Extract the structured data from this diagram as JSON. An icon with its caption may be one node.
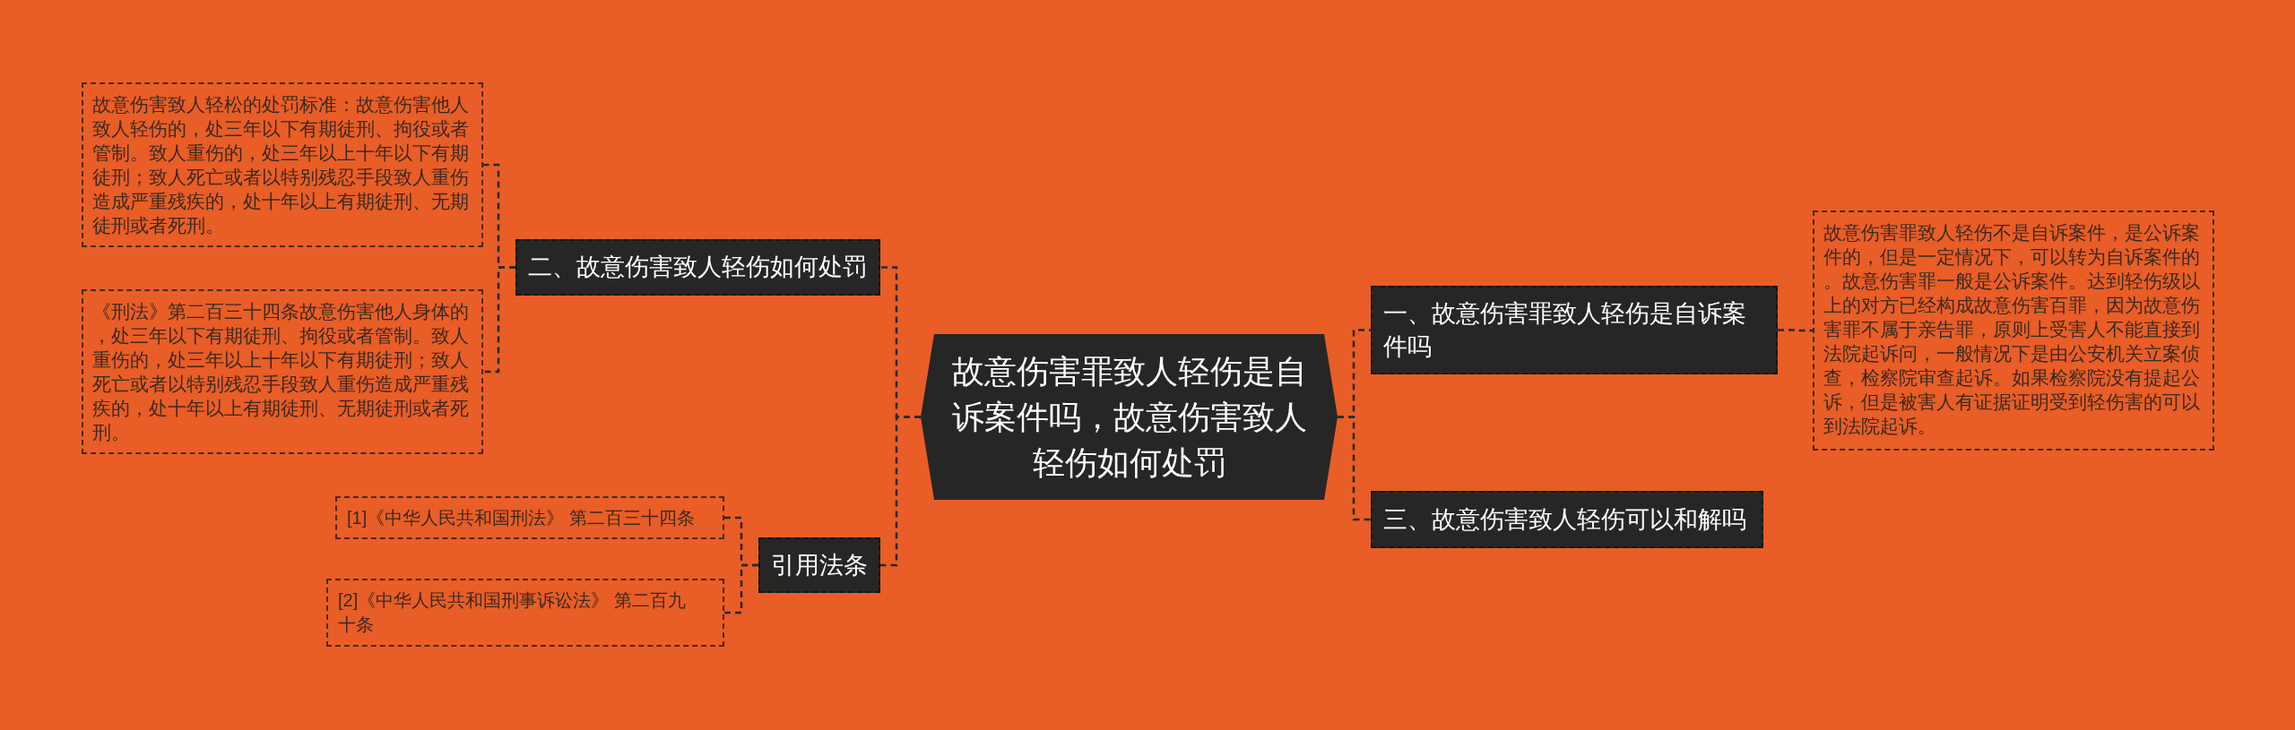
{
  "diagram": {
    "nodes": [
      {
        "text": [
          "故意伤害罪致人轻伤是自诉案件吗，故意伤害致人轻伤如何处罚"
        ]
      },
      {
        "text": [
          "二、故意伤害致人轻伤如何处罚"
        ]
      },
      {
        "text": [
          "故意伤害致人轻松的处罚标准：故意伤害他人致人轻伤的，处三年以下有期徒刑、拘役或者管制。致人重伤的，处三年以上十年以下有期徒刑；致人死亡或者以特别残忍手段致人重伤造成严重残疾的，处十年以上有期徒刑、无期徒刑或者死刑。"
        ]
      },
      {
        "text": [
          "《刑法》第二百三十四条故意伤害他人身体的，处三年以下有期徒刑、拘役或者管制。致人重伤的，处三年以上十年以下有期徒刑；致人死亡或者以特别残忍手段致人重伤造成严重残疾的，处十年以上有期徒刑、无期徒刑或者死刑。"
        ]
      },
      {
        "text": [
          "引用法条"
        ]
      },
      {
        "text": [
          "[1]《中华人民共和国刑法》 第二百三十四条"
        ]
      },
      {
        "text": [
          "[2]《中华人民共和国刑事诉讼法》 第二百九十条"
        ]
      },
      {
        "text": [
          "一、故意伤害罪致人轻伤是自诉案件吗"
        ]
      },
      {
        "text": [
          "故意伤害罪致人轻伤不是自诉案件，是公诉案件的，但是一定情况下，可以转为自诉案件的。故意伤害罪一般是公诉案件。达到轻伤级以上的对方已经构成故意伤害百罪，因为故意伤害罪不属于亲告罪，原则上受害人不能直接到法院起诉问，一般情况下是由公安机关立案侦查，检察院审查起诉。如果检察院没有提起公诉，但是被害人有证据证明受到轻伤害的可以到法院起诉。"
        ]
      },
      {
        "text": [
          "三、故意伤害致人轻伤可以和解吗"
        ]
      }
    ],
    "edges": [
      {
        "from": 0,
        "to": 1,
        "arrow": "none"
      },
      {
        "from": 1,
        "to": 2,
        "arrow": "none"
      },
      {
        "from": 1,
        "to": 3,
        "arrow": "none"
      },
      {
        "from": 0,
        "to": 4,
        "arrow": "none"
      },
      {
        "from": 4,
        "to": 5,
        "arrow": "none"
      },
      {
        "from": 4,
        "to": 6,
        "arrow": "none"
      },
      {
        "from": 0,
        "to": 7,
        "arrow": "none"
      },
      {
        "from": 7,
        "to": 8,
        "arrow": "none"
      },
      {
        "from": 0,
        "to": 9,
        "arrow": "none"
      }
    ]
  }
}
